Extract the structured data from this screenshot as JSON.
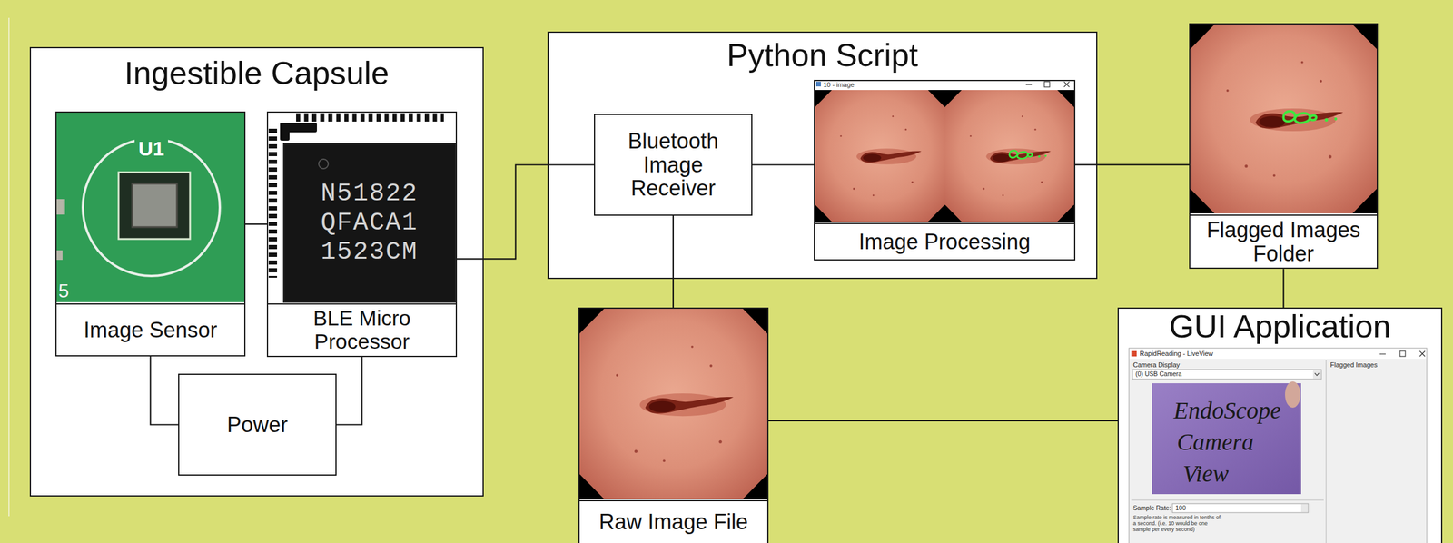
{
  "diagram": {
    "nodes": [
      {
        "text": [
          "Ingestible Capsule"
        ]
      },
      {
        "text": [
          "Image Sensor"
        ],
        "in": 0
      },
      {
        "text": [
          "BLE Micro Processor"
        ],
        "in": 0
      },
      {
        "text": [
          "Power"
        ],
        "in": 0
      },
      {
        "text": [
          "Python Script"
        ]
      },
      {
        "text": [
          "Bluetooth Image Receiver"
        ],
        "in": 4
      },
      {
        "text": [
          "Image Processing"
        ],
        "in": 4
      },
      {
        "text": [
          "Flagged Images Folder"
        ]
      },
      {
        "text": [
          "Raw Image File"
        ]
      },
      {
        "text": [
          "GUI Application"
        ]
      }
    ],
    "edges": [
      {
        "from": 1,
        "to": 2,
        "arrow": "none"
      },
      {
        "from": 1,
        "to": 3,
        "arrow": "none"
      },
      {
        "from": 2,
        "to": 3,
        "arrow": "none"
      },
      {
        "from": 2,
        "to": 5,
        "arrow": "none"
      },
      {
        "from": 5,
        "to": 6,
        "arrow": "none"
      },
      {
        "from": 5,
        "to": 8,
        "arrow": "none"
      },
      {
        "from": 6,
        "to": 7,
        "arrow": "none"
      },
      {
        "from": 7,
        "to": 9,
        "arrow": "none"
      },
      {
        "from": 8,
        "to": 9,
        "arrow": "none"
      }
    ],
    "labels": [
      "U1",
      "5",
      "N51822",
      "QFACA1",
      "1523CM",
      "10 - image",
      "RapidReading - LiveView",
      "Camera Display",
      "(0) USB Camera",
      "Flagged Images",
      "EndoScope",
      "Camera",
      "View",
      "Sample Rate:",
      "100",
      "Sample rate is measured in tenths of a second. (i.e. 10 would be one sample per every second)"
    ]
  }
}
